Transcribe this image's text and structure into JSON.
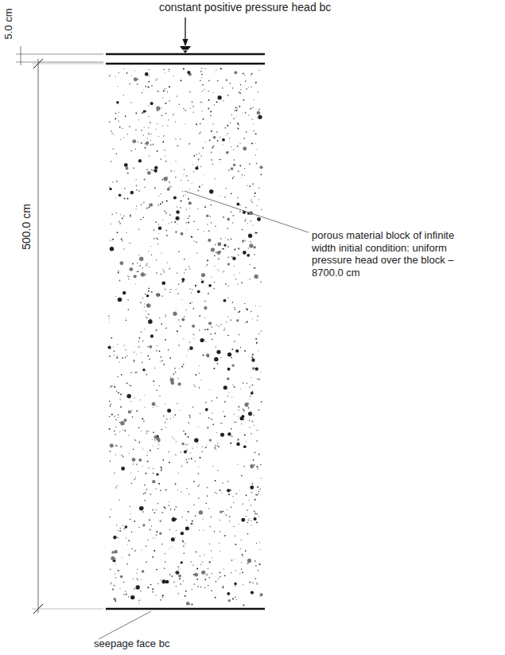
{
  "diagram": {
    "labels": [
      "constant positive pressure head bc",
      "5.0 cm",
      "500.0 cm",
      "porous material block of infinite width initial condition: uniform pressure head over the block –8700.0 cm",
      "seepage face bc"
    ]
  }
}
